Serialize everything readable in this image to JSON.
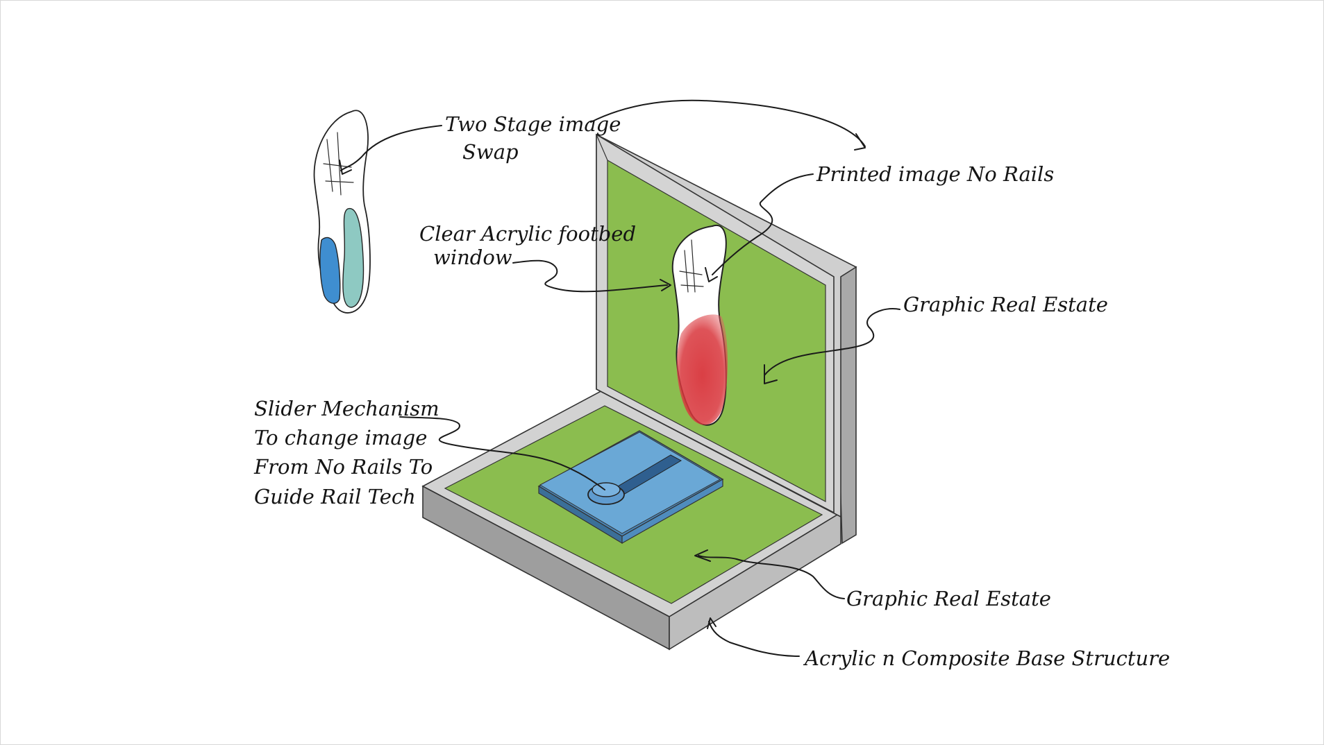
{
  "annotations": {
    "two_stage": [
      "Two Stage image",
      "Swap"
    ],
    "printed_image": "Printed image No Rails",
    "clear_acrylic": [
      "Clear Acrylic footbed",
      "window"
    ],
    "graphic_top": "Graphic Real Estate",
    "graphic_bottom": "Graphic Real Estate",
    "slider": [
      "Slider Mechanism",
      "To change image",
      "From No Rails To",
      "Guide Rail Tech"
    ],
    "base": "Acrylic n Composite Base Structure"
  },
  "colors": {
    "graphic_panel": "#8bbd4f",
    "frame": "#c9c9c9",
    "slider_plate": "#6aa8d6",
    "insole_heel_red": "#d8353b",
    "insole_teal": "#8ec9c2",
    "insole_blue": "#3f8ed0"
  }
}
